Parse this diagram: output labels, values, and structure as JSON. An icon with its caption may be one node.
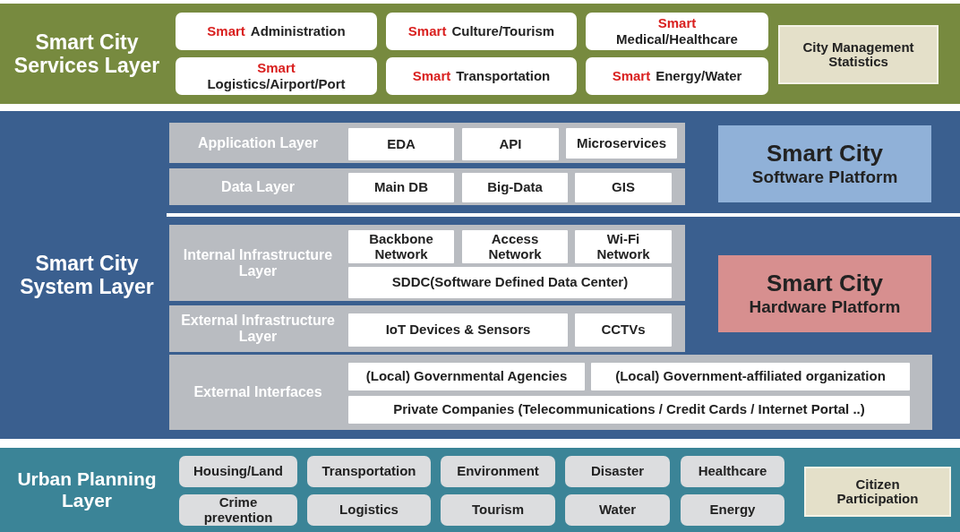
{
  "diagram": {
    "nodes": [
      {
        "text": [
          "Smart City Services Layer"
        ]
      },
      {
        "text": [
          "Smart",
          "Administration"
        ],
        "in": 0
      },
      {
        "text": [
          "Smart",
          "Culture/Tourism"
        ],
        "in": 0
      },
      {
        "text": [
          "Smart",
          "Medical/Healthcare"
        ],
        "in": 0
      },
      {
        "text": [
          "City Management Statistics"
        ],
        "in": 0
      },
      {
        "text": [
          "Smart",
          "Logistics/Airport/Port"
        ],
        "in": 0
      },
      {
        "text": [
          "Smart",
          "Transportation"
        ],
        "in": 0
      },
      {
        "text": [
          "Smart",
          "Energy/Water"
        ],
        "in": 0
      },
      {
        "text": [
          "Smart City System Layer"
        ]
      },
      {
        "text": [
          "Application Layer"
        ],
        "in": 8
      },
      {
        "text": [
          "EDA"
        ],
        "in": 9
      },
      {
        "text": [
          "API"
        ],
        "in": 9
      },
      {
        "text": [
          "Microservices"
        ],
        "in": 9
      },
      {
        "text": [
          "Smart City",
          "Software Platform"
        ],
        "in": 8
      },
      {
        "text": [
          "Data Layer"
        ],
        "in": 8
      },
      {
        "text": [
          "Main DB"
        ],
        "in": 14
      },
      {
        "text": [
          "Big-Data"
        ],
        "in": 14
      },
      {
        "text": [
          "GIS"
        ],
        "in": 14
      },
      {
        "text": [
          "Internal Infrastructure Layer"
        ],
        "in": 8
      },
      {
        "text": [
          "Backbone Network"
        ],
        "in": 18
      },
      {
        "text": [
          "Access Network"
        ],
        "in": 18
      },
      {
        "text": [
          "Wi-Fi Network"
        ],
        "in": 18
      },
      {
        "text": [
          "SDDC(Software Defined Data Center)"
        ],
        "in": 18
      },
      {
        "text": [
          "Smart City",
          "Hardware Platform"
        ],
        "in": 8
      },
      {
        "text": [
          "External Infrastructure Layer"
        ],
        "in": 8
      },
      {
        "text": [
          "IoT Devices & Sensors"
        ],
        "in": 24
      },
      {
        "text": [
          "CCTVs"
        ],
        "in": 24
      },
      {
        "text": [
          "External Interfaces"
        ],
        "in": 8
      },
      {
        "text": [
          "(Local) Governmental Agencies"
        ],
        "in": 27
      },
      {
        "text": [
          "(Local) Government-affiliated organization"
        ],
        "in": 27
      },
      {
        "text": [
          "Private Companies (Telecommunications / Credit Cards / Internet Portal ..)"
        ],
        "in": 27
      },
      {
        "text": [
          "Urban Planning Layer"
        ]
      },
      {
        "text": [
          "Housing/Land"
        ],
        "in": 31
      },
      {
        "text": [
          "Transportation"
        ],
        "in": 31
      },
      {
        "text": [
          "Environment"
        ],
        "in": 31
      },
      {
        "text": [
          "Disaster"
        ],
        "in": 31
      },
      {
        "text": [
          "Healthcare"
        ],
        "in": 31
      },
      {
        "text": [
          "Citizen Participation"
        ],
        "in": 31
      },
      {
        "text": [
          "Crime prevention"
        ],
        "in": 31
      },
      {
        "text": [
          "Logistics"
        ],
        "in": 31
      },
      {
        "text": [
          "Tourism"
        ],
        "in": 31
      },
      {
        "text": [
          "Water"
        ],
        "in": 31
      },
      {
        "text": [
          "Energy"
        ],
        "in": 31
      }
    ]
  }
}
